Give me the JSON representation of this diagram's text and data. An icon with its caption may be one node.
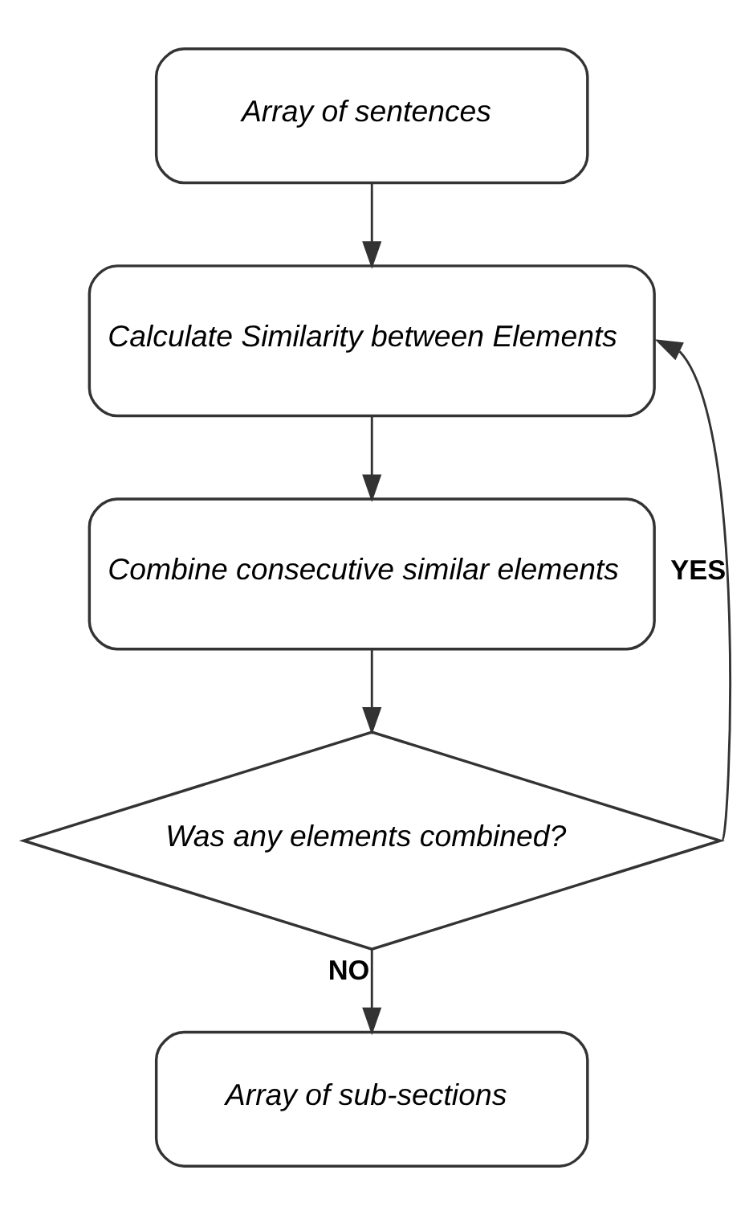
{
  "diagram": {
    "nodes": [
      {
        "text": [
          "Array of sentences"
        ]
      },
      {
        "text": [
          "Calculate Similarity between Elements"
        ]
      },
      {
        "text": [
          "Combine consecutive similar elements"
        ]
      },
      {
        "text": [
          "Was any elements combined?"
        ]
      },
      {
        "text": [
          "Array of sub-sections"
        ]
      }
    ],
    "edges": [
      {
        "from": 0,
        "to": 1,
        "arrow": "to"
      },
      {
        "from": 1,
        "to": 2,
        "arrow": "to"
      },
      {
        "from": 2,
        "to": 3,
        "arrow": "to"
      },
      {
        "from": 3,
        "to": 1,
        "arrow": "to",
        "label": "YES"
      },
      {
        "from": 3,
        "to": 4,
        "arrow": "to",
        "label": "NO"
      }
    ]
  }
}
